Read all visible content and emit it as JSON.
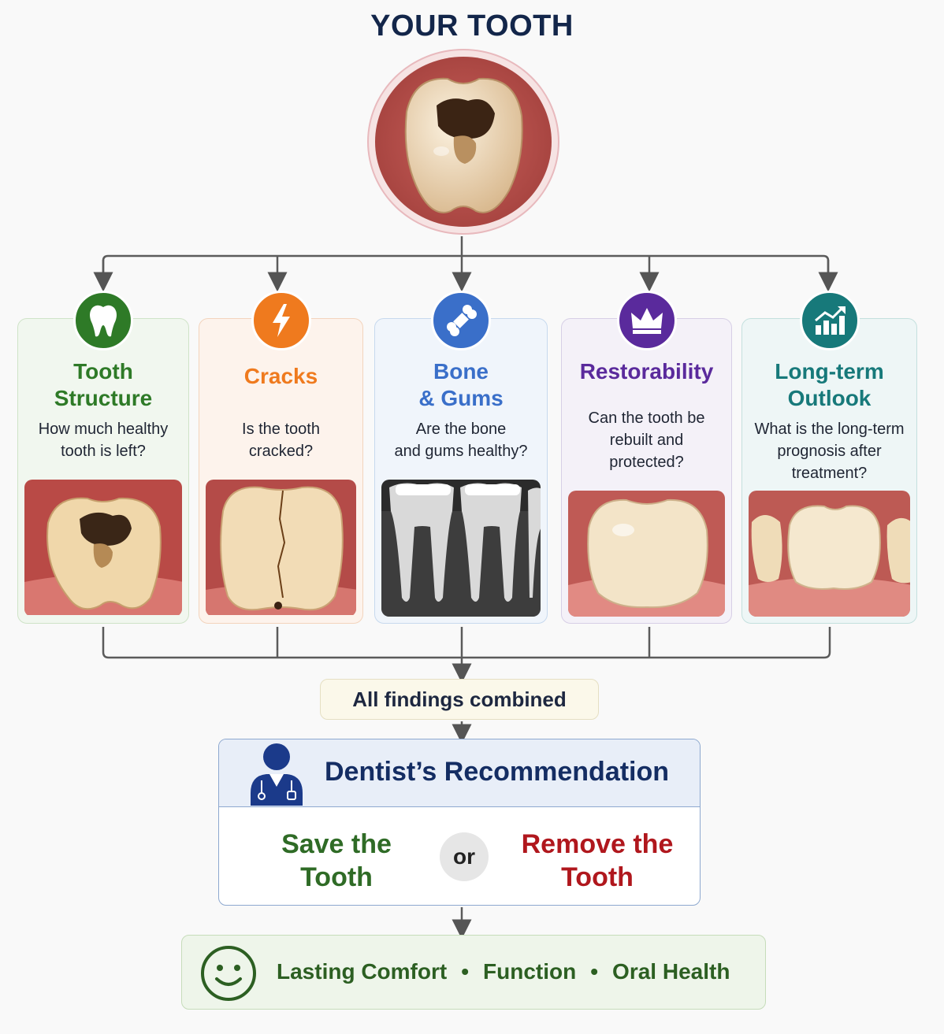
{
  "title": "YOUR TOOTH",
  "colors": {
    "navy": "#13264a",
    "structure": "#2e7a27",
    "cracks": "#ef7a1e",
    "bone": "#3a6fc9",
    "restorability": "#5a2a9c",
    "outlook": "#17797a",
    "save": "#2f6b26",
    "remove": "#b0171d"
  },
  "cards": [
    {
      "icon": "tooth-icon",
      "title_lines": [
        "Tooth",
        "Structure"
      ],
      "question_lines": [
        "How much healthy",
        "tooth is left?"
      ],
      "image": "decayed-molar-photo"
    },
    {
      "icon": "lightning-icon",
      "title_lines": [
        "Cracks"
      ],
      "question_lines": [
        "Is the tooth",
        "cracked?"
      ],
      "image": "cracked-tooth-photo"
    },
    {
      "icon": "bone-icon",
      "title_lines": [
        "Bone",
        "& Gums"
      ],
      "question_lines": [
        "Are the bone",
        "and gums healthy?"
      ],
      "image": "dental-xray"
    },
    {
      "icon": "crown-icon",
      "title_lines": [
        "Restorability"
      ],
      "question_lines": [
        "Can the tooth be",
        "rebuilt and",
        "protected?"
      ],
      "image": "crowned-tooth-photo"
    },
    {
      "icon": "growth-chart-icon",
      "title_lines": [
        "Long-term",
        "Outlook"
      ],
      "question_lines": [
        "What is the long-term",
        "prognosis after",
        "treatment?"
      ],
      "image": "restored-teeth-photo"
    }
  ],
  "findings": "All findings combined",
  "recommendation": {
    "title": "Dentist’s Recommendation",
    "icon": "dentist-icon",
    "save_lines": [
      "Save the",
      "Tooth"
    ],
    "or": "or",
    "remove_lines": [
      "Remove the",
      "Tooth"
    ]
  },
  "outcome": {
    "icon": "smiley-icon",
    "items": [
      "Lasting Comfort",
      "Function",
      "Oral Health"
    ],
    "separator": "•"
  }
}
